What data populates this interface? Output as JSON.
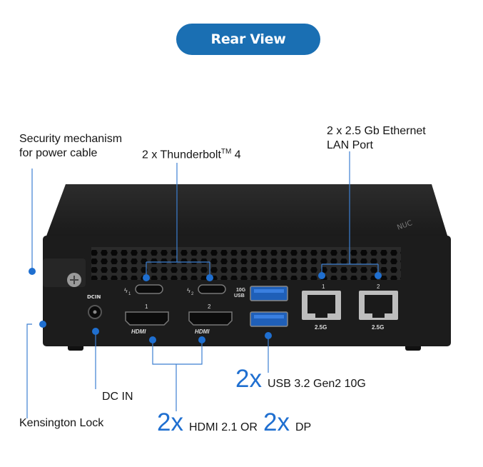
{
  "header": {
    "title": "Rear View"
  },
  "labels": {
    "security_line1": "Security mechanism",
    "security_line2": "for power cable",
    "thunderbolt": "2 x Thunderbolt",
    "thunderbolt_tm": "TM",
    "thunderbolt_ver": " 4",
    "ethernet_line1": "2 x 2.5 Gb Ethernet",
    "ethernet_line2": "LAN Port",
    "dc_in": "DC IN",
    "kensington": "Kensington Lock",
    "usb_count": "2x",
    "usb_desc": "USB 3.2 Gen2 10G",
    "hdmi_count": "2x",
    "hdmi_desc": "HDMI 2.1 OR",
    "dp_count": "2x",
    "dp_desc": "DP"
  },
  "device_markings": {
    "dcin": "DCIN",
    "usb_speed_line1": "10G",
    "usb_speed_line2": "USB",
    "tb1": "1",
    "tb2": "2",
    "hdmi1_num": "1",
    "hdmi2_num": "2",
    "hdmi_logo": "HDMI",
    "lan1_num": "1",
    "lan2_num": "2",
    "lan_speed": "2.5G",
    "brand": "NUC"
  },
  "colors": {
    "accent": "#1a6fb3",
    "callout": "#1f6fd0",
    "chassis": "#1c1c1c"
  }
}
